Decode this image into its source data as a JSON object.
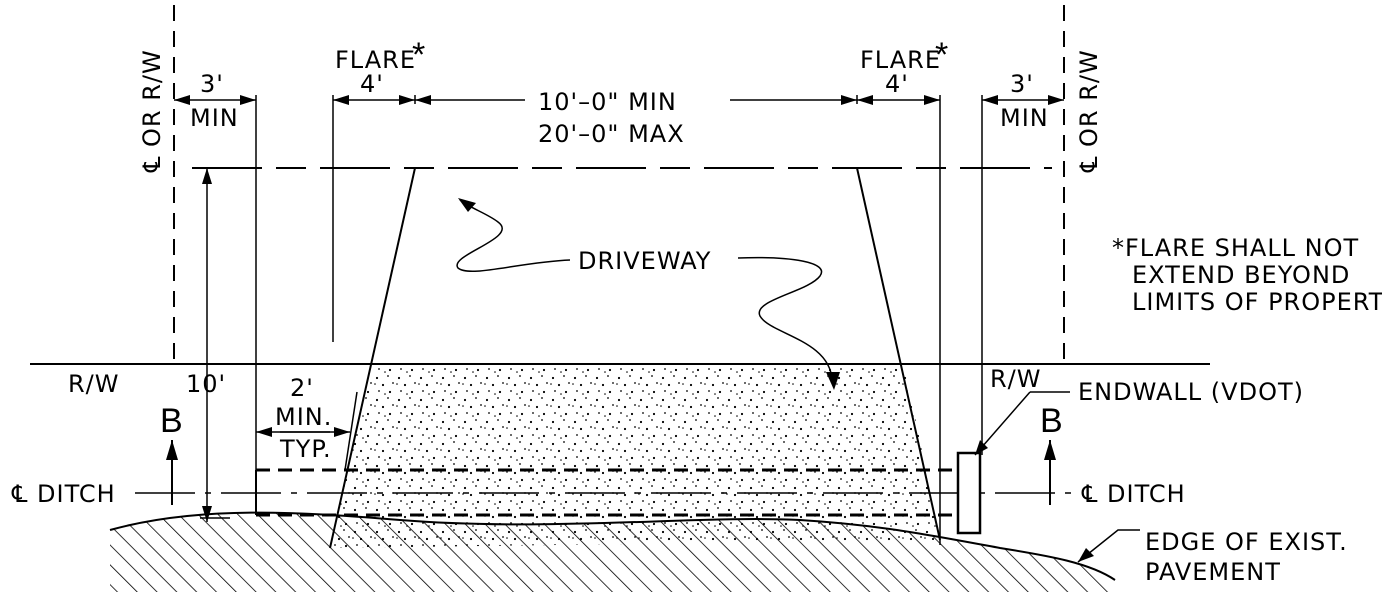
{
  "labels": {
    "prop_line_left": "℄ OR R/W",
    "prop_line_right": "℄ OR R/W",
    "three_ft_left": "3'",
    "min_left": "MIN",
    "flare_left": "FLARE",
    "flare_left_star": "*",
    "four_ft_left": "4'",
    "width_min": "10'–0\"  MIN",
    "width_max": "20'–0\"  MAX",
    "flare_right": "FLARE",
    "flare_right_star": "*",
    "four_ft_right": "4'",
    "three_ft_right": "3'",
    "min_right": "MIN",
    "note_line1": "*FLARE SHALL NOT",
    "note_line2": "EXTEND BEYOND",
    "note_line3": "LIMITS OF PROPERTY",
    "driveway": "DRIVEWAY",
    "rw_left": "R/W",
    "ten_ft": "10'",
    "two_ft": "2'",
    "min_typ_1": "MIN.",
    "min_typ_2": "TYP.",
    "section_left": "B",
    "section_right": "B",
    "rw_right": "R/W",
    "endwall": "ENDWALL (VDOT)",
    "ditch_left": "℄ DITCH",
    "ditch_right": "℄ DITCH",
    "edge_line1": "EDGE OF EXIST.",
    "edge_line2": "PAVEMENT"
  }
}
